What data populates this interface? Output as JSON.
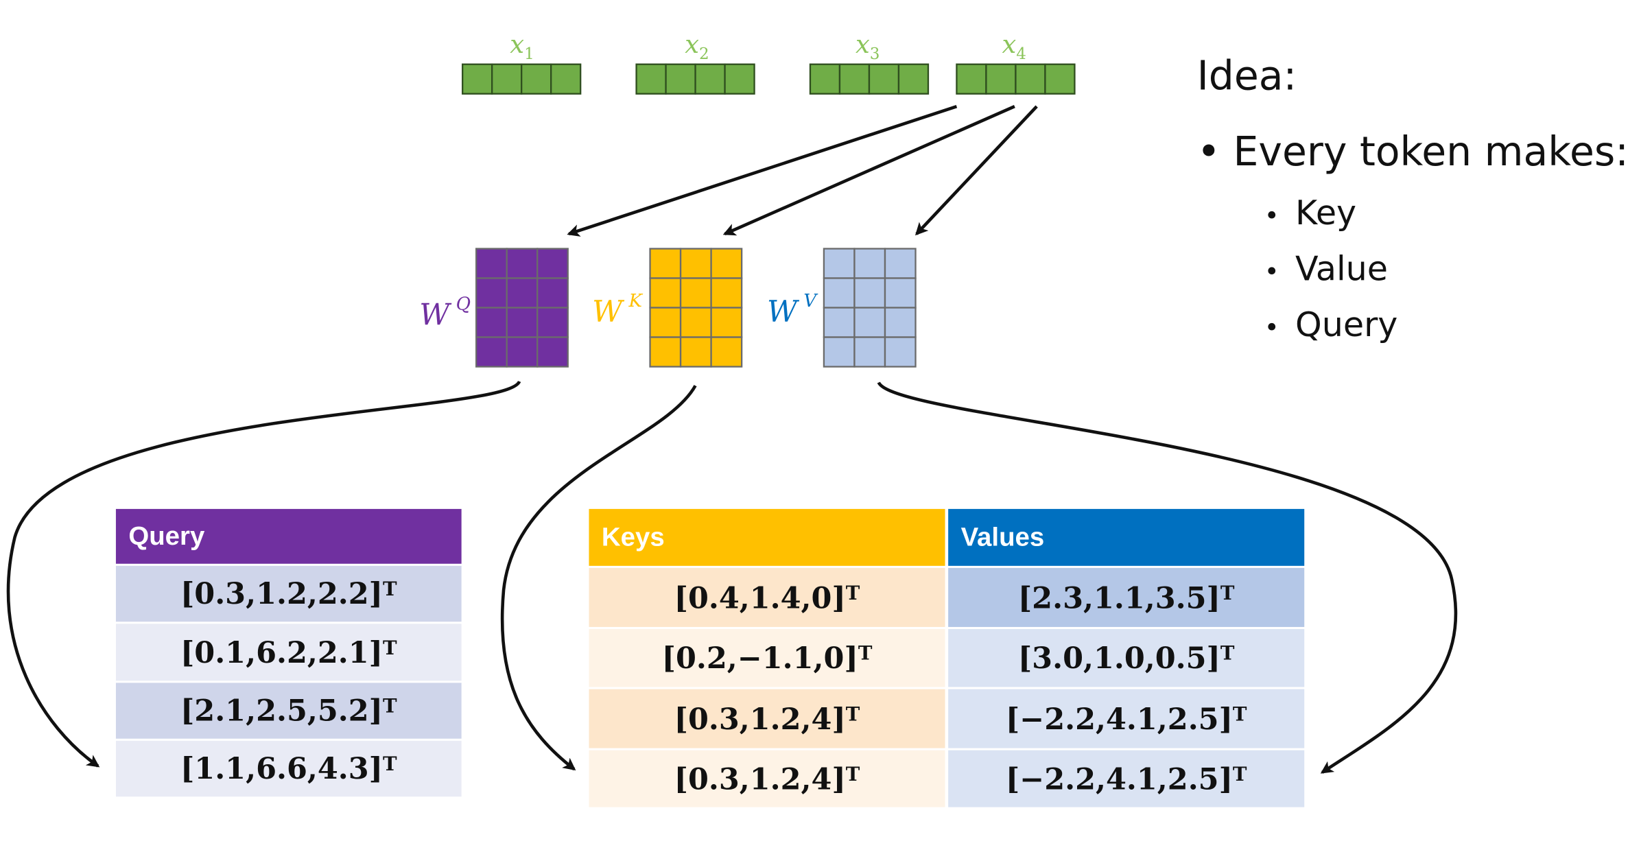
{
  "tokens": [
    {
      "name": "x",
      "sub": "1"
    },
    {
      "name": "x",
      "sub": "2"
    },
    {
      "name": "x",
      "sub": "3"
    },
    {
      "name": "x",
      "sub": "4"
    }
  ],
  "weights": [
    {
      "base": "W",
      "sup": "Q",
      "color": "#7030a0"
    },
    {
      "base": "W",
      "sup": "K",
      "color": "#ffc000"
    },
    {
      "base": "W",
      "sup": "V",
      "color": "#0070c0"
    }
  ],
  "colors": {
    "token_fill": "#70ad47",
    "token_label": "#8bc45a",
    "query_header": "#7030a0",
    "keys_header": "#ffc000",
    "values_header": "#0070c0",
    "wq_fill": "#7030a0",
    "wk_fill": "#ffc000",
    "wv_fill": "#b4c7e7"
  },
  "query_table": {
    "header": "Query",
    "rows": [
      "[0.3,1.2,2.2]",
      "[0.1,6.2,2.1]",
      "[2.1,2.5,5.2]",
      "[1.1,6.6,4.3]"
    ],
    "transpose": "T"
  },
  "kv_table": {
    "keys_header": "Keys",
    "values_header": "Values",
    "keys": [
      "[0.4,1.4,0]",
      "[0.2,−1.1,0]",
      "[0.3,1.2,4]",
      "[0.3,1.2,4]"
    ],
    "values": [
      "[2.3,1.1,3.5]",
      "[3.0,1.0,0.5]",
      "[−2.2,4.1,2.5]",
      "[−2.2,4.1,2.5]"
    ],
    "transpose": "T"
  },
  "idea": {
    "title": "Idea:",
    "bullet": "Every token makes:",
    "subitems": [
      "Key",
      "Value",
      "Query"
    ]
  }
}
